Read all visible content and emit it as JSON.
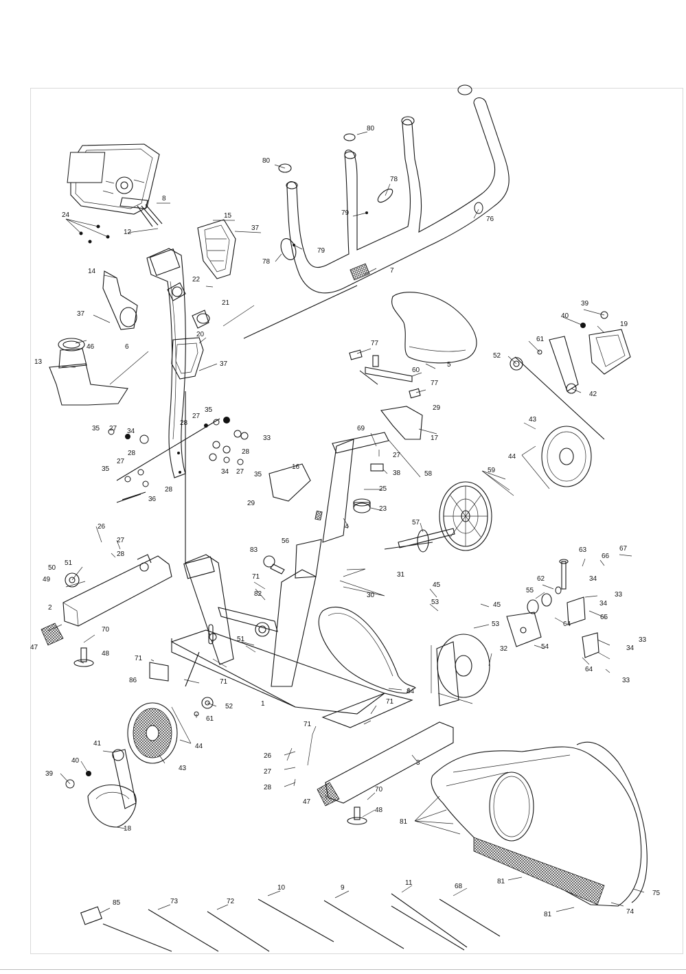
{
  "part_numbers": [
    "1",
    "2",
    "3",
    "4",
    "5",
    "6",
    "7",
    "8",
    "9",
    "10",
    "11",
    "12",
    "13",
    "14",
    "15",
    "16",
    "17",
    "18",
    "19",
    "20",
    "21",
    "22",
    "23",
    "24",
    "25",
    "26",
    "27",
    "28",
    "29",
    "30",
    "31",
    "32",
    "33",
    "34",
    "35",
    "36",
    "37",
    "38",
    "39",
    "40",
    "41",
    "42",
    "43",
    "44",
    "45",
    "46",
    "47",
    "48",
    "49",
    "50",
    "51",
    "52",
    "53",
    "54",
    "55",
    "56",
    "57",
    "58",
    "59",
    "60",
    "61",
    "62",
    "63",
    "64",
    "65",
    "66",
    "67",
    "68",
    "69",
    "70",
    "71",
    "72",
    "73",
    "74",
    "75",
    "76",
    "77",
    "78",
    "79",
    "80",
    "81",
    "82",
    "83",
    "84",
    "85",
    "86"
  ]
}
